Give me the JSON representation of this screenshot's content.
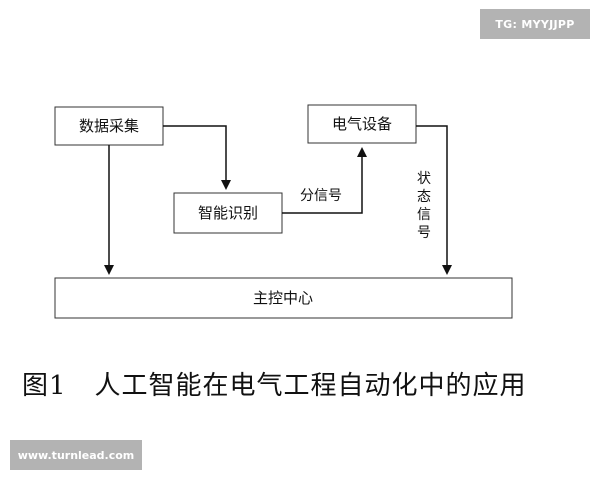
{
  "watermarks": {
    "top": "TG: MYYJJPP",
    "bottom": "www.turnlead.com"
  },
  "nodes": {
    "data_collection": "数据采集",
    "electrical_equipment": "电气设备",
    "intelligent_recognition": "智能识别",
    "main_control_center": "主控中心"
  },
  "edges": {
    "split_signal": "分信号",
    "status_signal": [
      "状",
      "态",
      "信",
      "号"
    ]
  },
  "caption": {
    "number": "图1",
    "text": "人工智能在电气工程自动化中的应用"
  }
}
